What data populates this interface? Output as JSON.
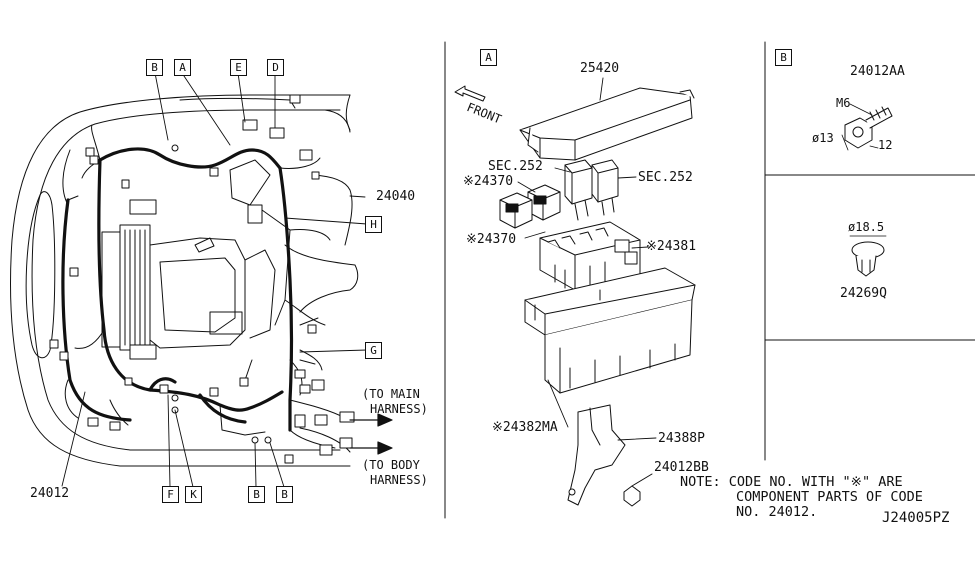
{
  "panel_main": {
    "callouts": {
      "B1": "B",
      "A": "A",
      "E": "E",
      "D": "D",
      "H": "H",
      "G": "G",
      "F": "F",
      "K": "K",
      "B2": "B",
      "B3": "B"
    },
    "part_24040": "24040",
    "part_24012": "24012",
    "to_main_line1": "(TO MAIN",
    "to_main_line2": "HARNESS)",
    "to_body_line1": "(TO BODY",
    "to_body_line2": "HARNESS)"
  },
  "panel_a": {
    "tag": "A",
    "front_label": "FRONT",
    "part_25420": "25420",
    "sec_252_left": "SEC.252",
    "sec_252_right": "SEC.252",
    "part_24370_top": "※24370",
    "part_24370_bottom": "※24370",
    "part_24381": "※24381",
    "part_24382ma": "※24382MA",
    "part_24388p": "24388P",
    "part_24012bb": "24012BB"
  },
  "panel_b": {
    "tag": "B",
    "part_24012aa": "24012AA",
    "m6": "M6",
    "d13": "ø13",
    "d12": "12",
    "d18_5": "ø18.5",
    "part_24269q": "24269Q"
  },
  "note": {
    "line1": "NOTE: CODE NO. WITH \"※\" ARE",
    "line2": "COMPONENT PARTS OF CODE",
    "line3": "NO. 24012."
  },
  "diagram_id": "J24005PZ"
}
